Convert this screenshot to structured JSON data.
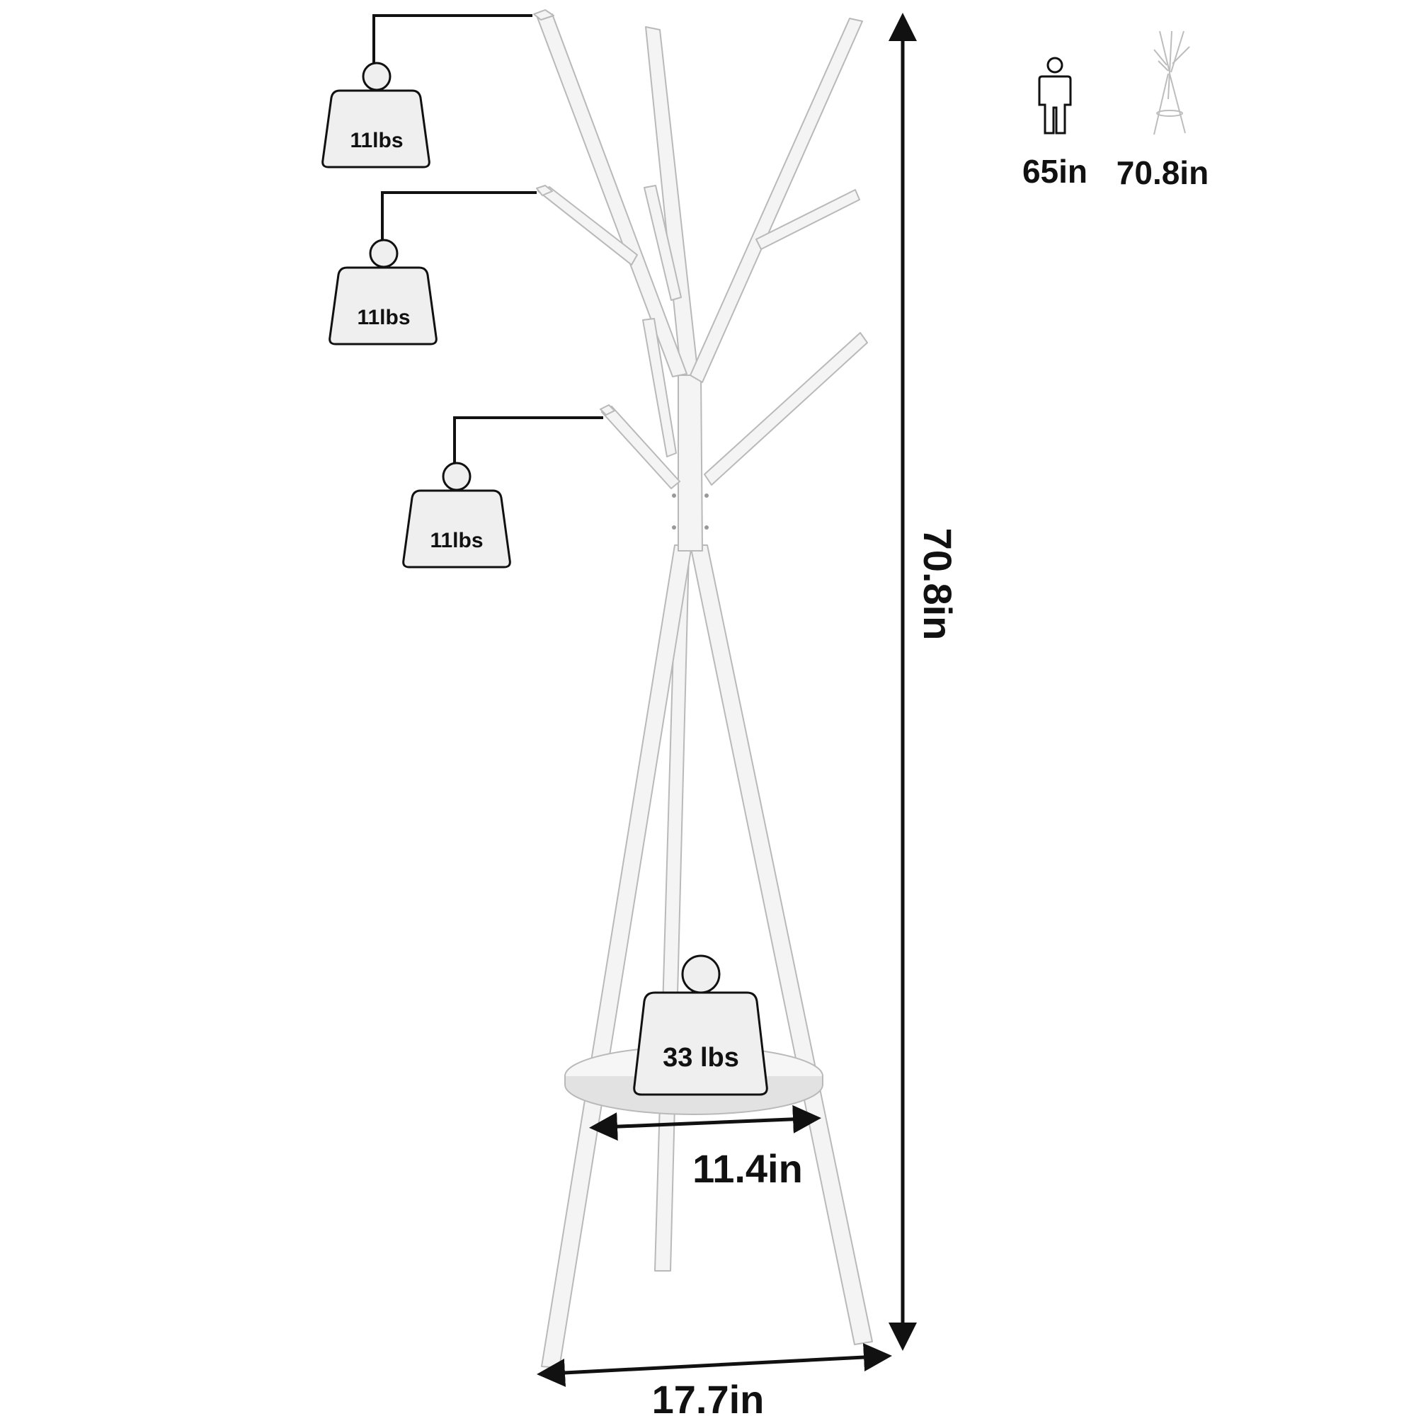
{
  "weights": {
    "hook_top": "11lbs",
    "hook_middle": "11lbs",
    "hook_low": "11lbs",
    "shelf": "33 lbs"
  },
  "dimensions": {
    "height": "70.8in",
    "shelf_diameter": "11.4in",
    "base_width": "17.7in"
  },
  "comparison": {
    "person_height": "65in",
    "rack_height": "70.8in"
  },
  "colors": {
    "rack_face": "#f4f4f4",
    "rack_edge": "#b9b9b9",
    "weight_fill": "#efefef",
    "outline": "#111111"
  }
}
